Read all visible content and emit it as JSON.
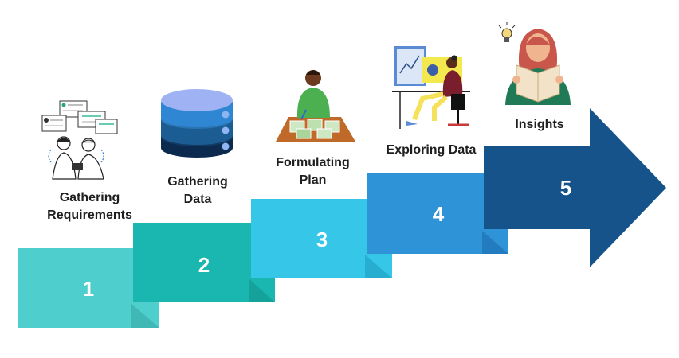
{
  "steps": [
    {
      "number": "1",
      "label": "Gathering\nRequirements",
      "color": "#4ecfce",
      "fold": "#3fb8b6",
      "icon": "people-discussion-icon"
    },
    {
      "number": "2",
      "label": "Gathering\nData",
      "color": "#19b7b0",
      "fold": "#14a29b",
      "icon": "database-icon"
    },
    {
      "number": "3",
      "label": "Formulating\nPlan",
      "color": "#35c6e8",
      "fold": "#26add0",
      "icon": "planning-table-icon"
    },
    {
      "number": "4",
      "label": "Exploring Data",
      "color": "#2e93d7",
      "fold": "#247cc0",
      "icon": "analyst-computer-icon"
    },
    {
      "number": "5",
      "label": "Insights",
      "color": "#15538a",
      "fold": "#103f6b",
      "icon": "reading-insight-icon"
    }
  ]
}
